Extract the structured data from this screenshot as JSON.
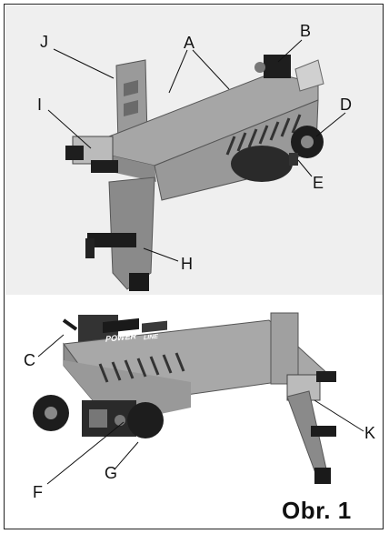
{
  "labels": {
    "A": "A",
    "B": "B",
    "C": "C",
    "D": "D",
    "E": "E",
    "F": "F",
    "G": "G",
    "H": "H",
    "I": "I",
    "J": "J",
    "K": "K"
  },
  "brand": {
    "power": "POWER",
    "line": "LINE"
  },
  "caption": "Obr. 1",
  "colors": {
    "body": "#8f8f8f",
    "body_dark": "#5c5c5c",
    "rubber": "#2a2a2a",
    "top_bg": "#efefef"
  }
}
